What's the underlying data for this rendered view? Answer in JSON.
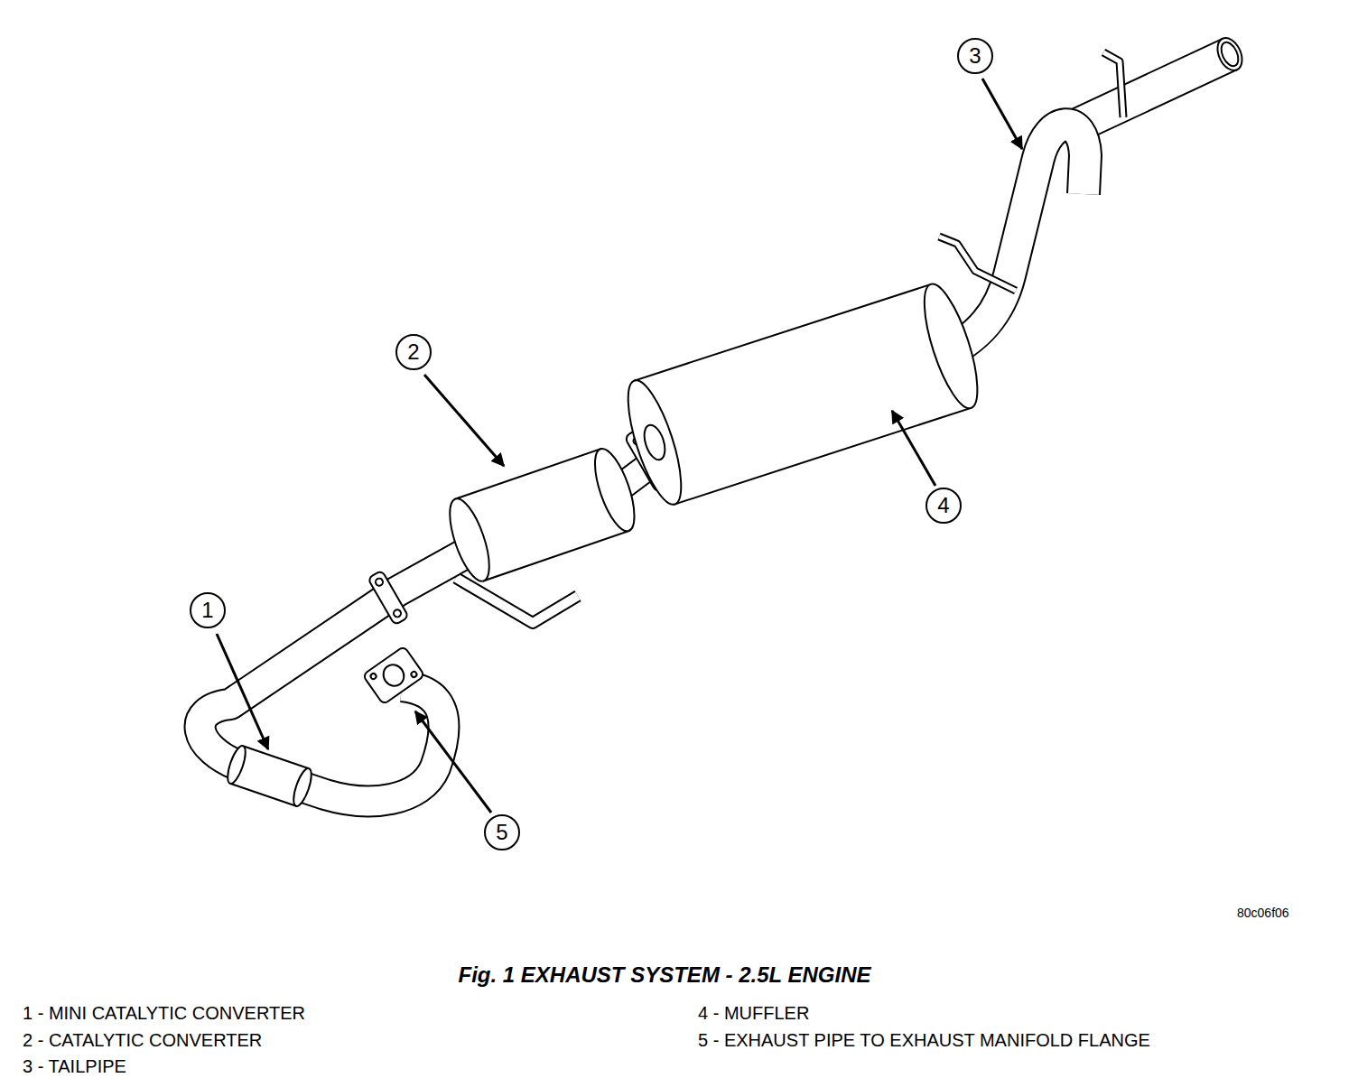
{
  "diagram": {
    "caption": "Fig. 1 EXHAUST SYSTEM - 2.5L ENGINE",
    "nodes": [
      {
        "text": [
          "1"
        ]
      },
      {
        "text": [
          "2"
        ]
      },
      {
        "text": [
          "3"
        ]
      },
      {
        "text": [
          "4"
        ]
      },
      {
        "text": [
          "5"
        ]
      }
    ],
    "labels": [
      "1 - MINI CATALYTIC CONVERTER",
      "2 - CATALYTIC CONVERTER",
      "3 - TAILPIPE",
      "4 - MUFFLER",
      "5 - EXHAUST PIPE TO EXHAUST MANIFOLD FLANGE",
      "80c06f06"
    ]
  }
}
